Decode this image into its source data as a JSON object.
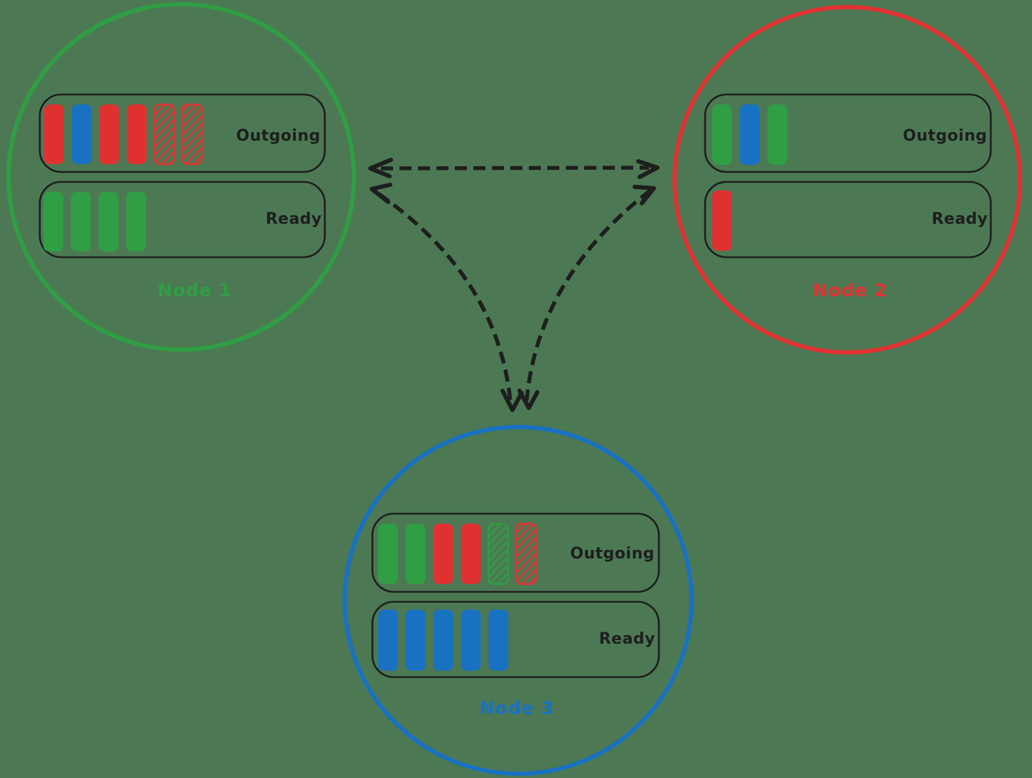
{
  "background_color": "#4C7954",
  "palette": {
    "green": "#2f9e44",
    "red": "#e03131",
    "blue": "#1971c2",
    "ink": "#1e1e1e"
  },
  "nodes": [
    {
      "id": "node-1",
      "label": "Node 1",
      "accent": "green",
      "queues": {
        "outgoing": {
          "label": "Outgoing",
          "items": [
            {
              "color": "red",
              "fill": "solid"
            },
            {
              "color": "blue",
              "fill": "solid"
            },
            {
              "color": "red",
              "fill": "solid"
            },
            {
              "color": "red",
              "fill": "solid"
            },
            {
              "color": "red",
              "fill": "hachure"
            },
            {
              "color": "red",
              "fill": "hachure"
            }
          ]
        },
        "ready": {
          "label": "Ready",
          "items": [
            {
              "color": "green",
              "fill": "solid"
            },
            {
              "color": "green",
              "fill": "solid"
            },
            {
              "color": "green",
              "fill": "solid"
            },
            {
              "color": "green",
              "fill": "solid"
            }
          ]
        }
      }
    },
    {
      "id": "node-2",
      "label": "Node 2",
      "accent": "red",
      "queues": {
        "outgoing": {
          "label": "Outgoing",
          "items": [
            {
              "color": "green",
              "fill": "solid"
            },
            {
              "color": "blue",
              "fill": "solid"
            },
            {
              "color": "green",
              "fill": "solid"
            }
          ]
        },
        "ready": {
          "label": "Ready",
          "items": [
            {
              "color": "red",
              "fill": "solid"
            }
          ]
        }
      }
    },
    {
      "id": "node-3",
      "label": "Node 3",
      "accent": "blue",
      "queues": {
        "outgoing": {
          "label": "Outgoing",
          "items": [
            {
              "color": "green",
              "fill": "solid"
            },
            {
              "color": "green",
              "fill": "solid"
            },
            {
              "color": "red",
              "fill": "solid"
            },
            {
              "color": "red",
              "fill": "solid"
            },
            {
              "color": "green",
              "fill": "hachure"
            },
            {
              "color": "red",
              "fill": "hachure"
            }
          ]
        },
        "ready": {
          "label": "Ready",
          "items": [
            {
              "color": "blue",
              "fill": "solid"
            },
            {
              "color": "blue",
              "fill": "solid"
            },
            {
              "color": "blue",
              "fill": "solid"
            },
            {
              "color": "blue",
              "fill": "solid"
            },
            {
              "color": "blue",
              "fill": "solid"
            }
          ]
        }
      }
    }
  ],
  "edges": [
    {
      "from": "Node 1",
      "to": "Node 2",
      "style": "dashed",
      "arrows": "both"
    },
    {
      "from": "Node 1",
      "to": "Node 3",
      "style": "dashed",
      "arrows": "both"
    },
    {
      "from": "Node 2",
      "to": "Node 3",
      "style": "dashed",
      "arrows": "both"
    }
  ]
}
